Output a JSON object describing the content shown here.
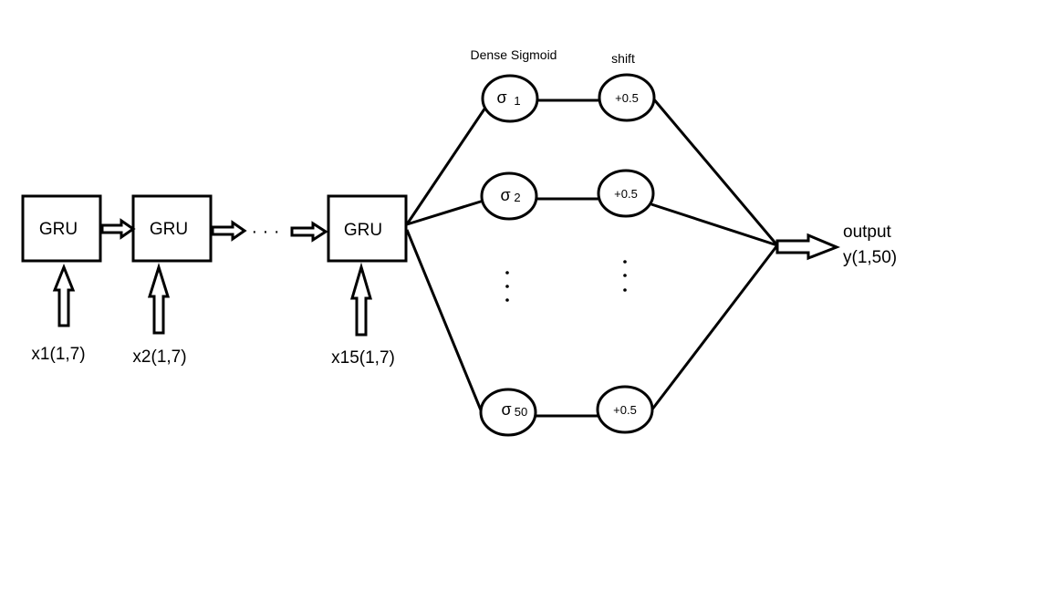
{
  "colors": {
    "stroke": "#000000",
    "background": "#ffffff"
  },
  "headers": {
    "dense": "Dense Sigmoid",
    "shift": "shift"
  },
  "gru": [
    {
      "label": "GRU",
      "input": "x1(1,7)"
    },
    {
      "label": "GRU",
      "input": "x2(1,7)"
    },
    {
      "label": "GRU",
      "input": "x15(1,7)"
    }
  ],
  "ellipsis_gru": "· · ·",
  "sigmoid_nodes": [
    {
      "symbol": "σ",
      "index": "1"
    },
    {
      "symbol": "σ",
      "index": "2"
    },
    {
      "symbol": "σ",
      "index": "50"
    }
  ],
  "shift_nodes": [
    "+0.5",
    "+0.5",
    "+0.5"
  ],
  "output": {
    "label": "output",
    "shape": "y(1,50)"
  }
}
